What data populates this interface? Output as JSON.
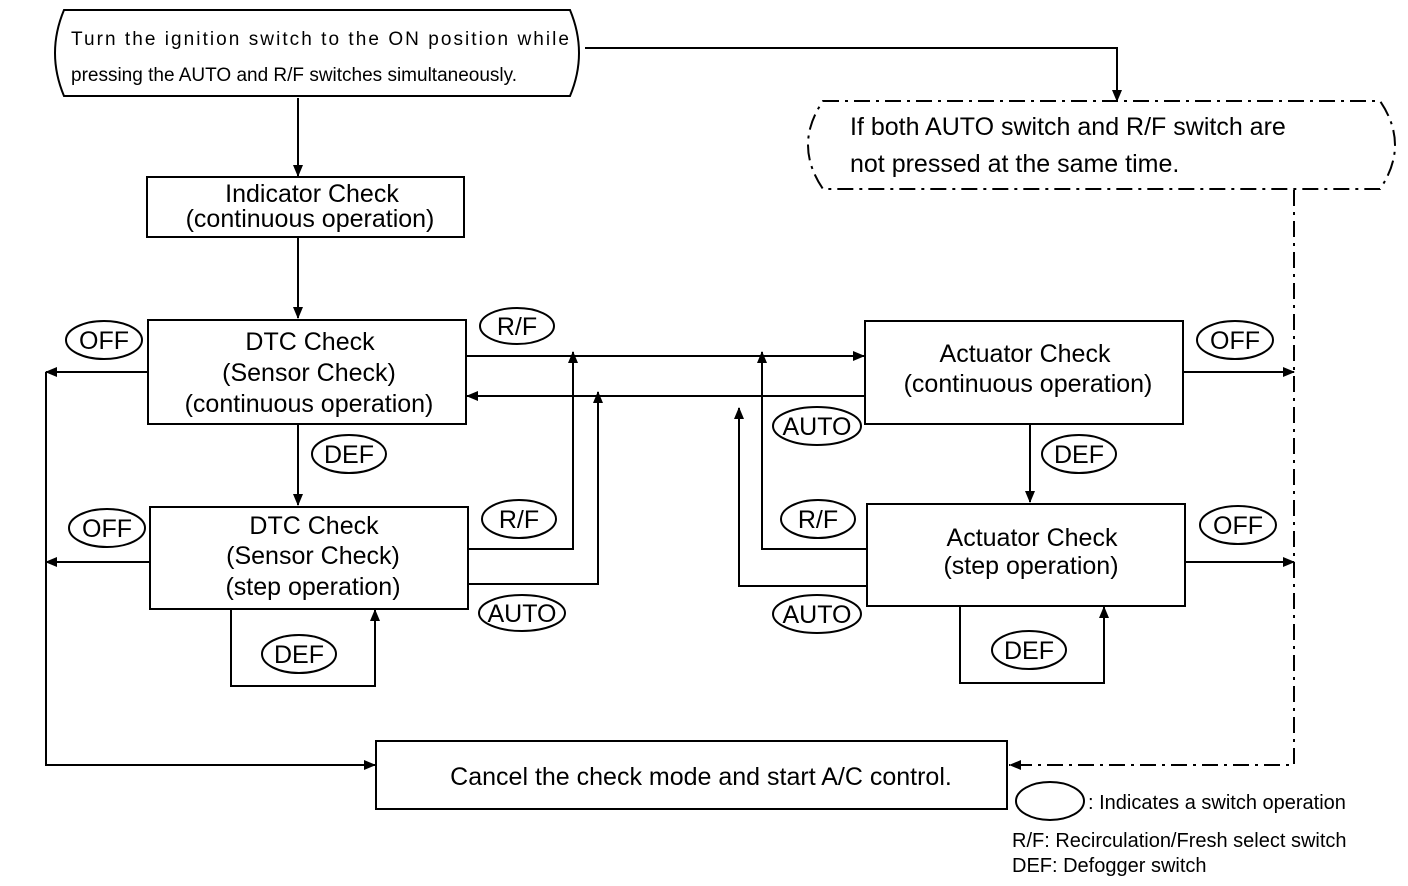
{
  "start": {
    "line1": "Turn the ignition switch to the ON position while",
    "line2": "pressing the AUTO and R/F switches simultaneously."
  },
  "condition": {
    "line1": "If both AUTO switch and R/F switch are",
    "line2": "not pressed at the same time."
  },
  "indicator": {
    "line1": "Indicator Check",
    "line2": "(continuous operation)"
  },
  "dtc_continuous": {
    "line1": "DTC Check",
    "line2": "(Sensor Check)",
    "line3": "(continuous operation)"
  },
  "dtc_step": {
    "line1": "DTC Check",
    "line2": "(Sensor Check)",
    "line3": "(step operation)"
  },
  "actuator_continuous": {
    "line1": "Actuator Check",
    "line2": "(continuous operation)"
  },
  "actuator_step": {
    "line1": "Actuator Check",
    "line2": "(step operation)"
  },
  "cancel": {
    "text": "Cancel the check mode and start A/C control."
  },
  "switches": {
    "off": "OFF",
    "rf": "R/F",
    "def": "DEF",
    "auto": "AUTO"
  },
  "legend": {
    "oval_desc": ": Indicates a switch operation",
    "rf_desc": "R/F: Recirculation/Fresh select switch",
    "def_desc": "DEF: Defogger switch"
  }
}
